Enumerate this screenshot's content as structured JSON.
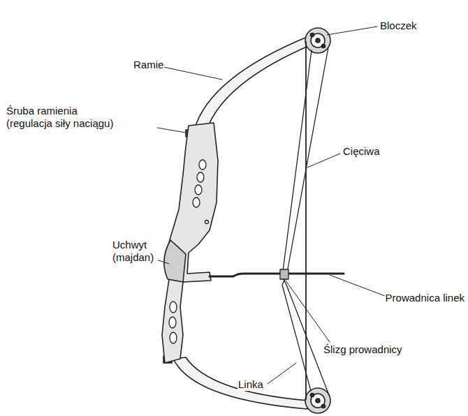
{
  "diagram": {
    "labels": [
      "Bloczek",
      "Ramie",
      "Śruba ramienia (regulacja siły naciągu)",
      "Cięciwa",
      "Uchwyt (majdan)",
      "Prowadnica linek",
      "Ślizg prowadnicy",
      "Linka"
    ]
  }
}
